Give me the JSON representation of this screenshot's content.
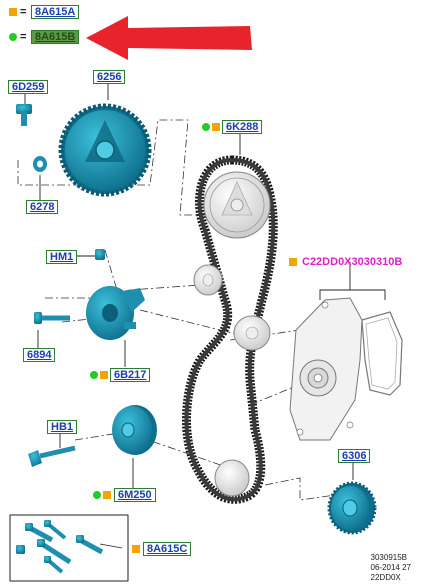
{
  "legend": [
    {
      "symbol": "square-orange",
      "equals": "=",
      "code": "8A615A"
    },
    {
      "symbol": "dot-green",
      "equals": "=",
      "code": "8A615B"
    }
  ],
  "callouts": {
    "c_6d259": "6D259",
    "c_6256": "6256",
    "c_6278": "6278",
    "c_6k288": "6K288",
    "c_hm1": "HM1",
    "c_6894": "6894",
    "c_6b217": "6B217",
    "c_hb1": "HB1",
    "c_6m250": "6M250",
    "c_8a615c": "8A615C",
    "c_6306": "6306"
  },
  "pink_label": "C22DD0X3030310B",
  "footer": {
    "line1": "3030915B",
    "line2": "06-2014 27",
    "line3": "22DD0X"
  },
  "colors": {
    "part_teal": "#1f8fb0",
    "arrow_red": "#e8232b",
    "box_green": "#2e7d32",
    "callout_text": "#1a3fb0",
    "highlight": "#5d9a44",
    "pink": "#e020c8",
    "marker_orange": "#f0a500",
    "marker_green": "#22cc22"
  }
}
